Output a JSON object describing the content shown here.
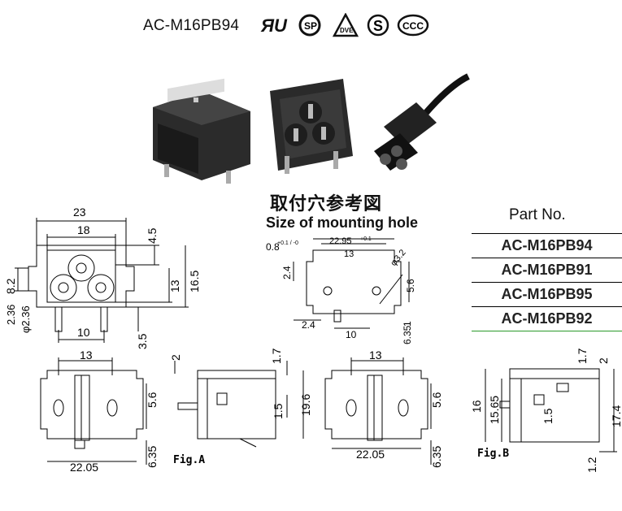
{
  "header": {
    "model": "AC-M16PB94",
    "certifications": [
      "UR-mark-icon",
      "CSA-mark-icon",
      "VDE-mark-icon",
      "S-mark-icon",
      "CCC-mark-icon"
    ]
  },
  "mounting_hole": {
    "title_cn": "取付穴参考図",
    "title_en": "Size of mounting hole",
    "dims": {
      "top_width": "22.95",
      "top_tol": "+0.1",
      "center": "13",
      "slot": "0.8",
      "slot_tol": "+0.1 / -0",
      "hole": "φ3.2",
      "left_v": "2.4",
      "right_v": "5.6",
      "bottom_l": "2.4",
      "bottom_c": "10",
      "bottom_r": "1",
      "bottom_rr": "6.35"
    }
  },
  "part_numbers": {
    "heading": "Part No.",
    "items": [
      "AC-M16PB94",
      "AC-M16PB91",
      "AC-M16PB95",
      "AC-M16PB92"
    ]
  },
  "front_view": {
    "dims": [
      "23",
      "18",
      "4.5",
      "13",
      "16.5",
      "8.2",
      "2.36",
      "φ2.36",
      "10",
      "3.5"
    ]
  },
  "views": {
    "view1": [
      "13",
      "5.6",
      "6.35",
      "22.05"
    ],
    "view2": [
      "2",
      "1.7",
      "1.5",
      "19.6"
    ],
    "view3": [
      "13",
      "5.6",
      "6.35",
      "22.05"
    ],
    "view4": [
      "1.7",
      "2",
      "16",
      "15.65",
      "1.5",
      "17.4",
      "1.2"
    ]
  },
  "figures": {
    "fig_a": "Fig.A",
    "fig_b": "Fig.B"
  }
}
